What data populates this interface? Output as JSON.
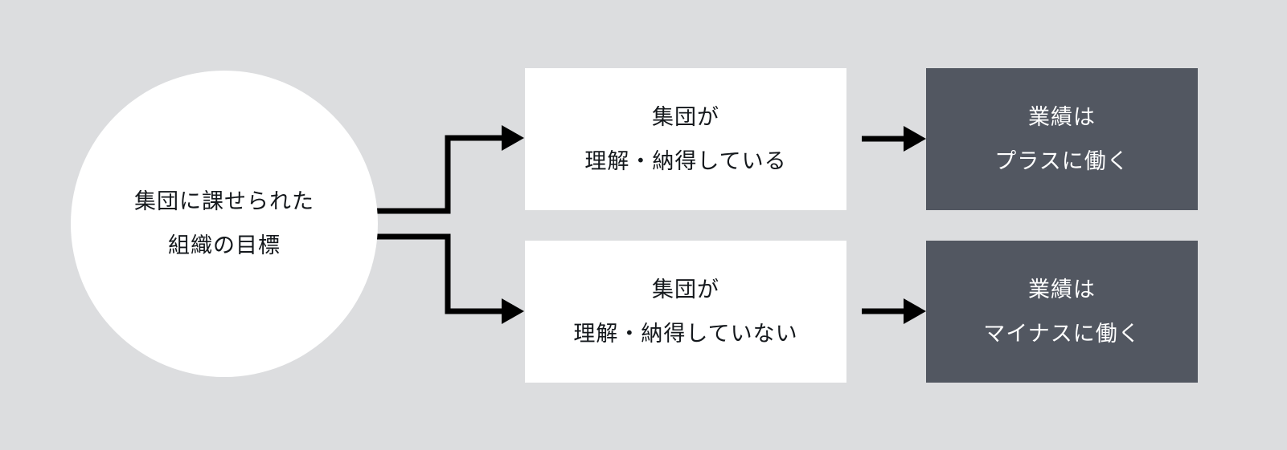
{
  "diagram": {
    "background_color": "#dcdddf",
    "accent_dark": "#525761",
    "accent_light": "#ffffff",
    "connector_color": "#000000",
    "nodes": {
      "source": {
        "shape": "circle",
        "line1": "集団に課せられた",
        "line2": "組織の目標"
      },
      "branch_positive": {
        "shape": "rectangle",
        "line1": "集団が",
        "line2": "理解・納得している"
      },
      "branch_negative": {
        "shape": "rectangle",
        "line1": "集団が",
        "line2": "理解・納得していない"
      },
      "outcome_positive": {
        "shape": "rectangle",
        "line1": "業績は",
        "line2": "プラスに働く"
      },
      "outcome_negative": {
        "shape": "rectangle",
        "line1": "業績は",
        "line2": "マイナスに働く"
      }
    },
    "connectors": [
      {
        "name": "source-to-branch-positive",
        "style": "elbow-arrow"
      },
      {
        "name": "source-to-branch-negative",
        "style": "elbow-arrow"
      },
      {
        "name": "branch-positive-to-outcome-positive",
        "style": "straight-arrow"
      },
      {
        "name": "branch-negative-to-outcome-negative",
        "style": "straight-arrow"
      }
    ]
  }
}
